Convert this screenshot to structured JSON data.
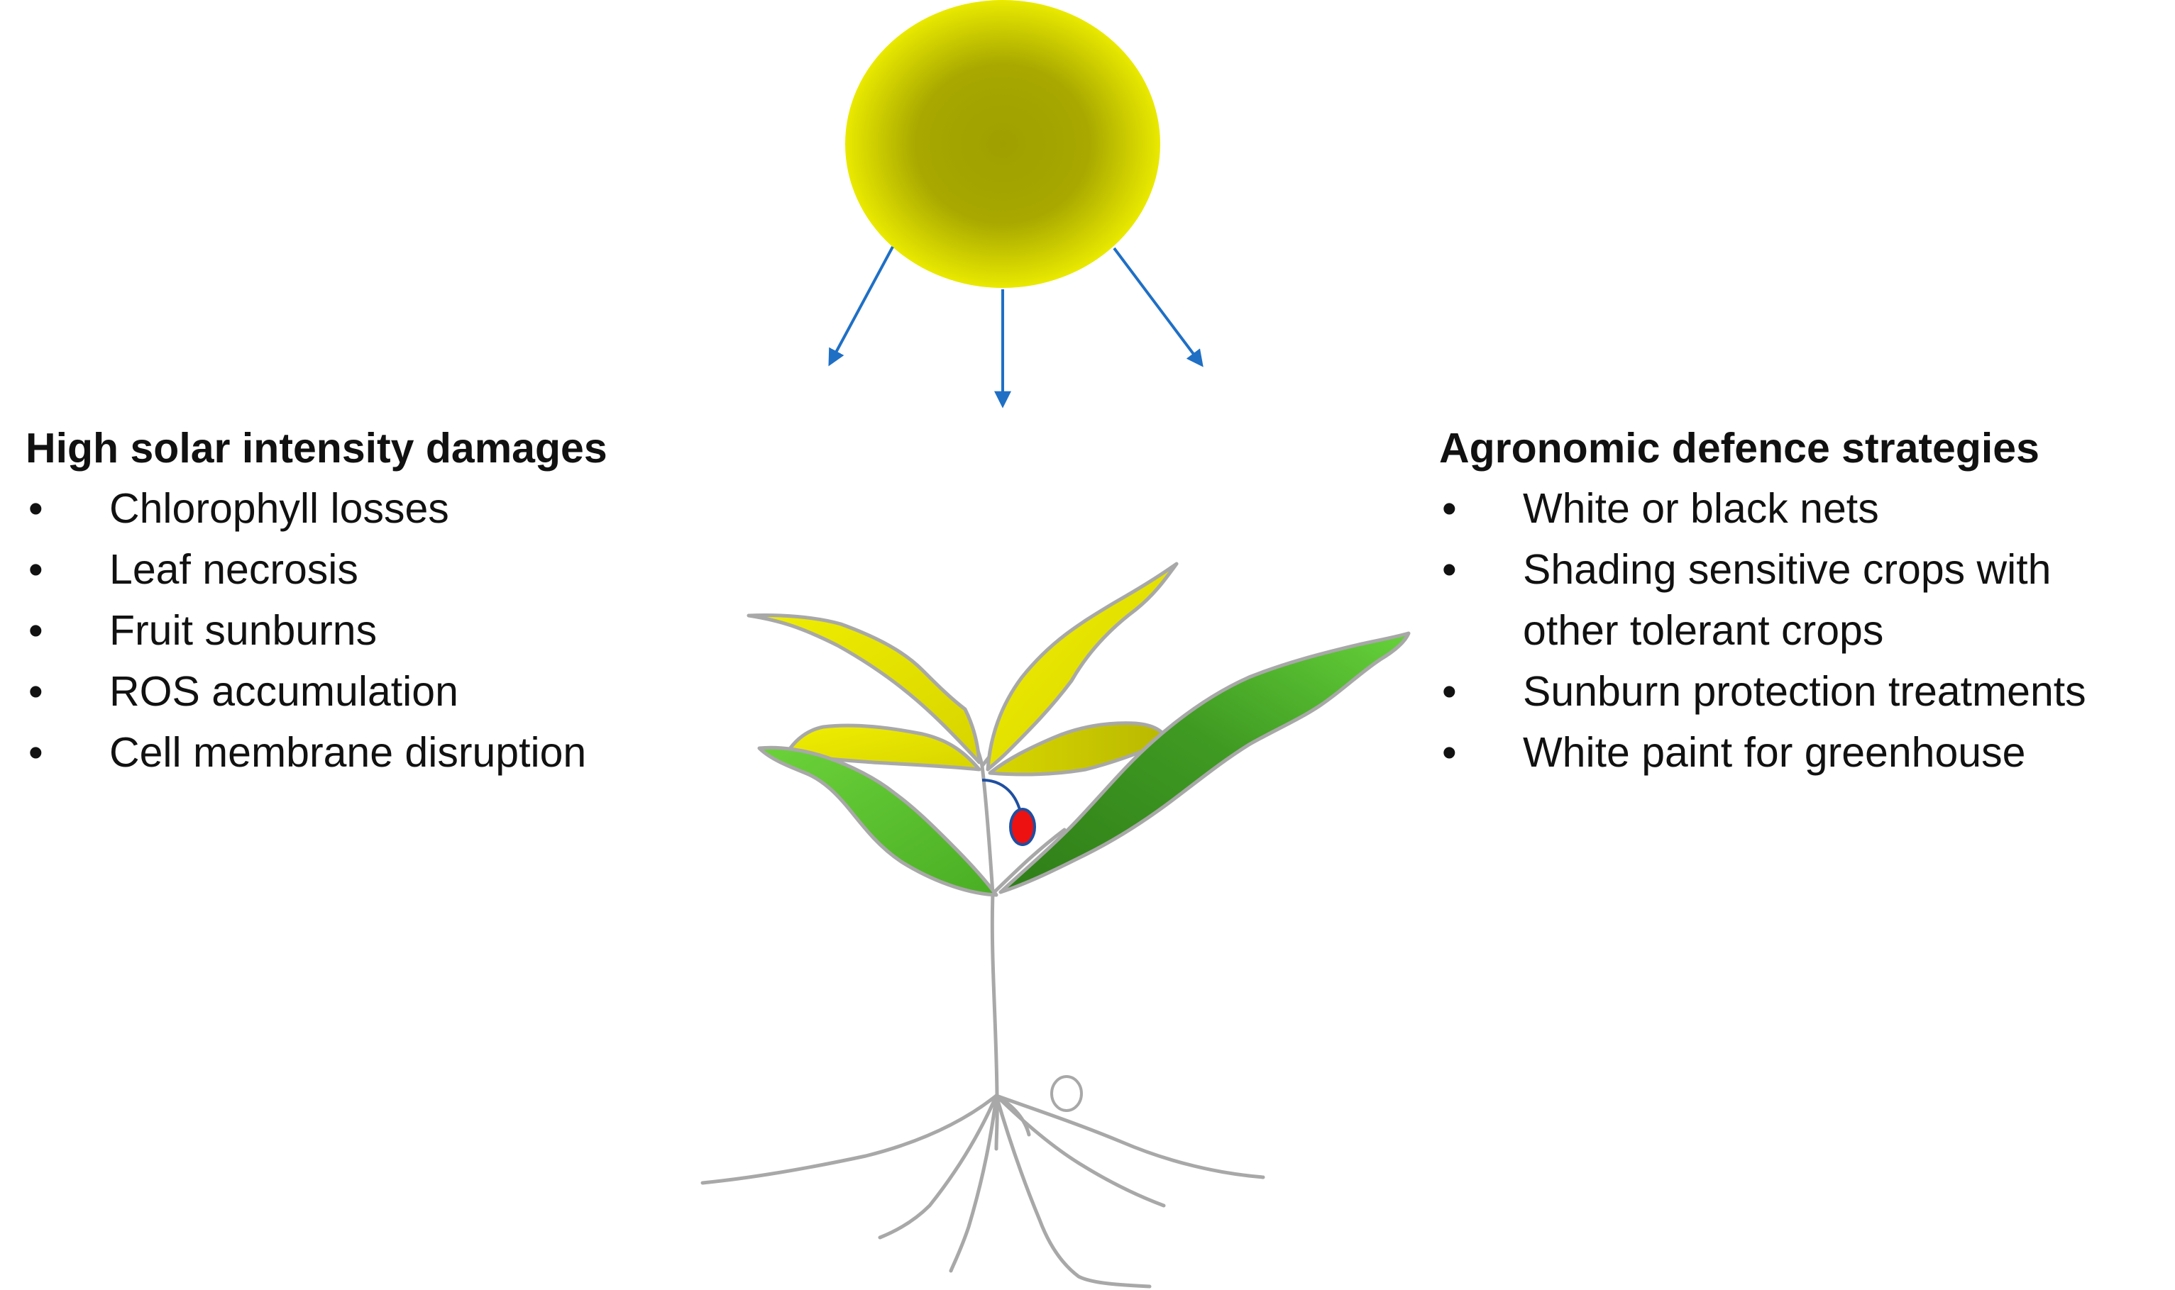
{
  "left_panel": {
    "title": "High solar intensity damages",
    "items": [
      {
        "text": "Chlorophyll losses"
      },
      {
        "text": "Leaf necrosis"
      },
      {
        "text": "Fruit sunburns"
      },
      {
        "text": "ROS accumulation"
      },
      {
        "text": "Cell membrane disruption"
      }
    ]
  },
  "right_panel": {
    "title": "Agronomic defence strategies",
    "items": [
      {
        "text": "White or black  nets"
      },
      {
        "text": "Shading sensitive crops with",
        "continuation": "other tolerant crops"
      },
      {
        "text": "Sunburn protection treatments"
      },
      {
        "text": "White paint for greenhouse"
      }
    ]
  },
  "colors": {
    "sun_outer": "#e6e600",
    "sun_inner": "#9f9f00",
    "ray_arrow": "#1f6fc5",
    "leaf_green_light": "#66cc33",
    "leaf_green_dark": "#3a8a1e",
    "leaf_yellow": "#e8e600",
    "stem_gray": "#aaaaaa",
    "fruit_red": "#ee1111",
    "fruit_outline": "#1f4fa0"
  },
  "bullet_symbol": "•"
}
